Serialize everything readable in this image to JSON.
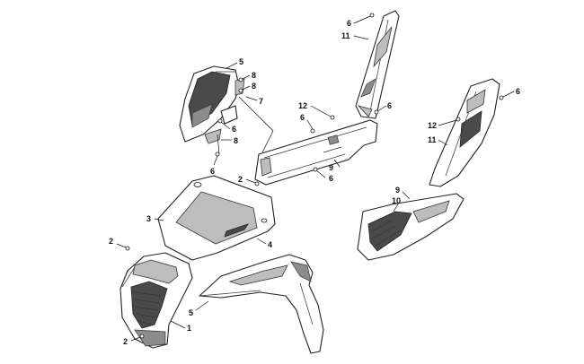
{
  "diagram": {
    "callouts": [
      {
        "id": "c6a",
        "label": "6"
      },
      {
        "id": "c11a",
        "label": "11"
      },
      {
        "id": "c5a",
        "label": "5"
      },
      {
        "id": "c8a",
        "label": "8"
      },
      {
        "id": "c8b",
        "label": "8"
      },
      {
        "id": "c7",
        "label": "7"
      },
      {
        "id": "c6b",
        "label": "6"
      },
      {
        "id": "c8c",
        "label": "8"
      },
      {
        "id": "c6c",
        "label": "6"
      },
      {
        "id": "c12a",
        "label": "12"
      },
      {
        "id": "c6d",
        "label": "6"
      },
      {
        "id": "c6e",
        "label": "6"
      },
      {
        "id": "c9a",
        "label": "9"
      },
      {
        "id": "c6f",
        "label": "6"
      },
      {
        "id": "c2a",
        "label": "2"
      },
      {
        "id": "c6g",
        "label": "6"
      },
      {
        "id": "c12b",
        "label": "12"
      },
      {
        "id": "c11b",
        "label": "11"
      },
      {
        "id": "c3",
        "label": "3"
      },
      {
        "id": "c4",
        "label": "4"
      },
      {
        "id": "c9b",
        "label": "9"
      },
      {
        "id": "c10",
        "label": "10"
      },
      {
        "id": "c2b",
        "label": "2"
      },
      {
        "id": "c5b",
        "label": "5"
      },
      {
        "id": "c1",
        "label": "1"
      },
      {
        "id": "c2c",
        "label": "2"
      }
    ]
  }
}
